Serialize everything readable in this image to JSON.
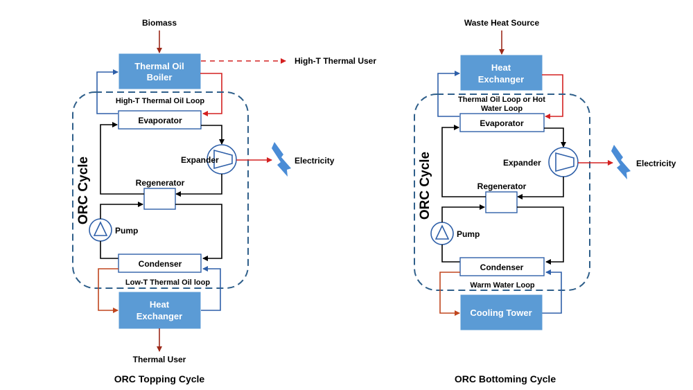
{
  "colors": {
    "blue_box": "#5B9BD5",
    "blue_line": "#2E5FA8",
    "red_line": "#D42020",
    "dark_red": "#9C2A1A",
    "dash_outline": "#2F5F8A",
    "orange_red": "#C0461E"
  },
  "icons": [
    "lightning-icon",
    "expander-icon",
    "pump-icon"
  ],
  "topping": {
    "input": "Biomass",
    "boiler_line1": "Thermal Oil",
    "boiler_line2": "Boiler",
    "high_t_user": "High-T Thermal User",
    "high_loop": "High-T Thermal Oil Loop",
    "cycle_label": "ORC Cycle",
    "evaporator": "Evaporator",
    "expander": "Expander",
    "electricity": "Electricity",
    "regenerator": "Regenerator",
    "pump": "Pump",
    "condenser": "Condenser",
    "low_loop": "Low-T Thermal Oil loop",
    "hx_line1": "Heat",
    "hx_line2": "Exchanger",
    "output": "Thermal User",
    "caption": "ORC Topping Cycle"
  },
  "bottoming": {
    "input": "Waste Heat Source",
    "hx_line1": "Heat",
    "hx_line2": "Exchanger",
    "loop_line1": "Thermal Oil Loop or Hot",
    "loop_line2": "Water Loop",
    "cycle_label": "ORC Cycle",
    "evaporator": "Evaporator",
    "expander": "Expander",
    "electricity": "Electricity",
    "regenerator": "Regenerator",
    "pump": "Pump",
    "condenser": "Condenser",
    "warm_loop": "Warm Water Loop",
    "cooling_tower": "Cooling Tower",
    "caption": "ORC Bottoming Cycle"
  }
}
